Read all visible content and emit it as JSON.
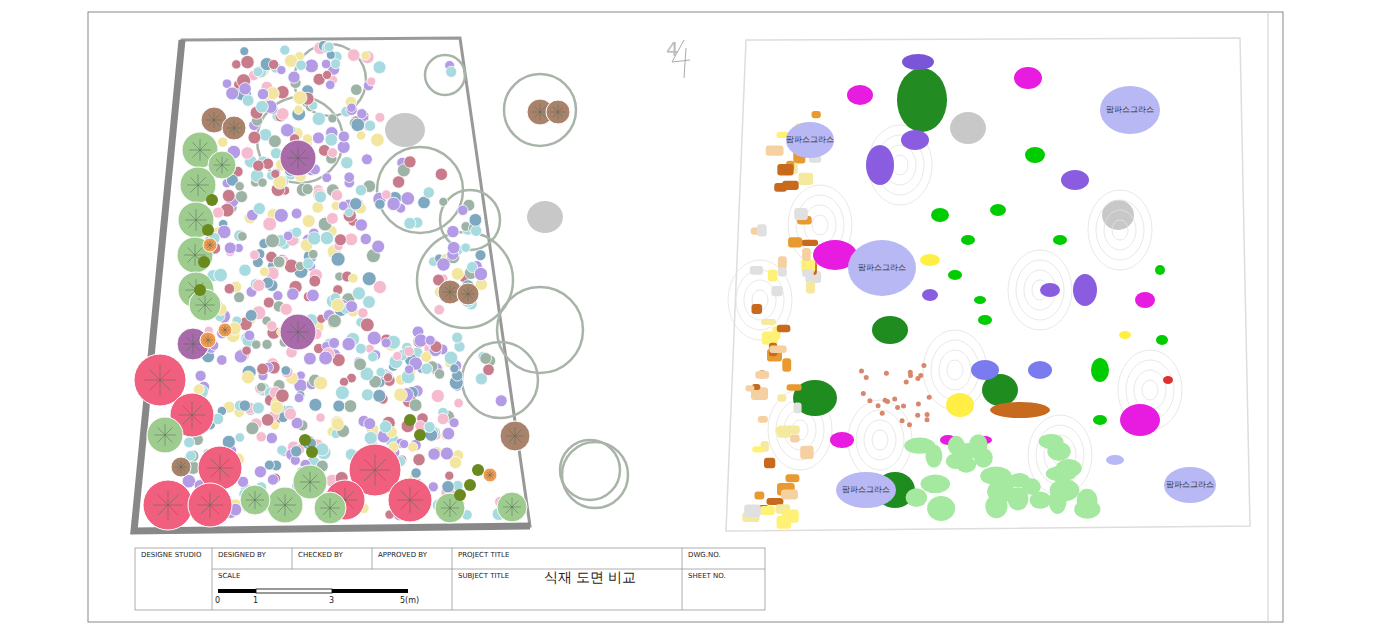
{
  "diagram": {
    "labels": [
      "4",
      "DESIGNE STUDIO",
      "DESIGNED BY",
      "CHECKED BY",
      "APPROVED BY",
      "PROJECT TITLE",
      "DWG.NO.",
      "SCALE",
      "0",
      "1",
      "3",
      "5(m)",
      "SUBJECT TITLE",
      "식재 도면 비교",
      "SHEET NO.",
      "팜파스그라스",
      "팜파스그라스",
      "팜파스그라스",
      "팜파스그라스",
      "팜파스그라스"
    ]
  }
}
